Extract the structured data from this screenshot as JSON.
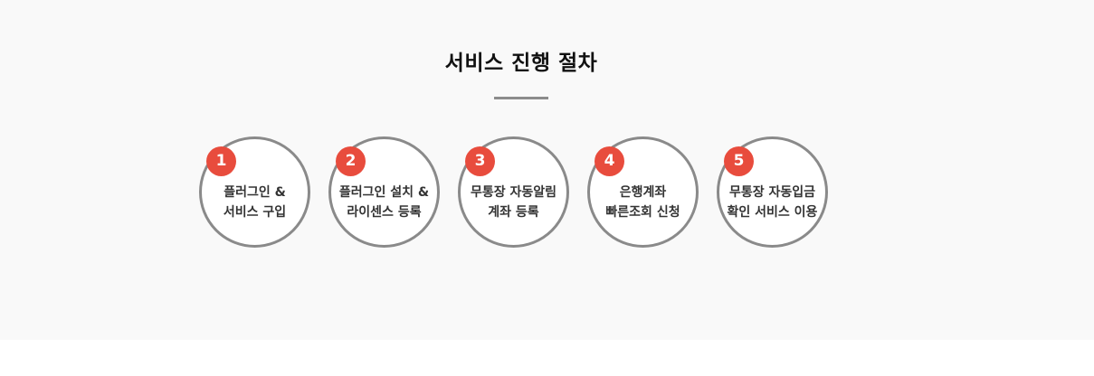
{
  "section": {
    "title": "서비스 진행 절차"
  },
  "colors": {
    "badge": "#e84c3d",
    "circle_border": "#8a8a8a",
    "divider": "#8c8c8c",
    "section_background": "#f9f9f9"
  },
  "steps": [
    {
      "number": "1",
      "line1": "플러그인 &",
      "line2": "서비스 구입"
    },
    {
      "number": "2",
      "line1": "플러그인 설치 &",
      "line2": "라이센스 등록"
    },
    {
      "number": "3",
      "line1": "무통장 자동알림",
      "line2": "계좌 등록"
    },
    {
      "number": "4",
      "line1": "은행계좌",
      "line2": "빠른조회 신청"
    },
    {
      "number": "5",
      "line1": "무통장 자동입금",
      "line2": "확인 서비스 이용"
    }
  ]
}
